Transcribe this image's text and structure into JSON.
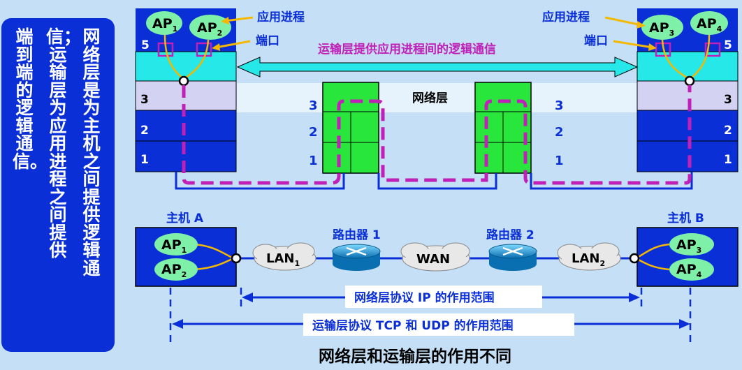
{
  "side_text": {
    "col1": "网络层是为主机之间提供逻辑通",
    "col2": "信；运输层为应用进程之间提供",
    "col3": "端到端的逻辑通信。"
  },
  "top": {
    "app_process_label": "应用进程",
    "port_label": "端口",
    "transport_banner": "运输层提供应用进程间的逻辑通信",
    "network_layer_label": "网络层",
    "ap_left": [
      {
        "name": "AP",
        "sub": "1"
      },
      {
        "name": "AP",
        "sub": "2"
      }
    ],
    "ap_right": [
      {
        "name": "AP",
        "sub": "3"
      },
      {
        "name": "AP",
        "sub": "4"
      }
    ],
    "layer5": "5",
    "layers": [
      "3",
      "2",
      "1"
    ]
  },
  "bottom": {
    "host_a": "主机 A",
    "host_b": "主机 B",
    "router1": "路由器 1",
    "router2": "路由器 2",
    "lan1": {
      "name": "LAN",
      "sub": "1"
    },
    "wan": "WAN",
    "lan2": {
      "name": "LAN",
      "sub": "2"
    },
    "ap_a": [
      {
        "name": "AP",
        "sub": "1"
      },
      {
        "name": "AP",
        "sub": "2"
      }
    ],
    "ap_b": [
      {
        "name": "AP",
        "sub": "3"
      },
      {
        "name": "AP",
        "sub": "4"
      }
    ],
    "ip_scope": "网络层协议 IP 的作用范围",
    "tcp_scope": "运输层协议 TCP 和 UDP 的作用范围"
  },
  "caption": "网络层和运输层的作用不同",
  "colors": {
    "dark_blue": "#0a2fd6",
    "cyan": "#27e8e8",
    "green": "#28e63c",
    "magenta": "#c020b8",
    "orange": "#f4b800",
    "light_band": "#d4d2f2"
  }
}
